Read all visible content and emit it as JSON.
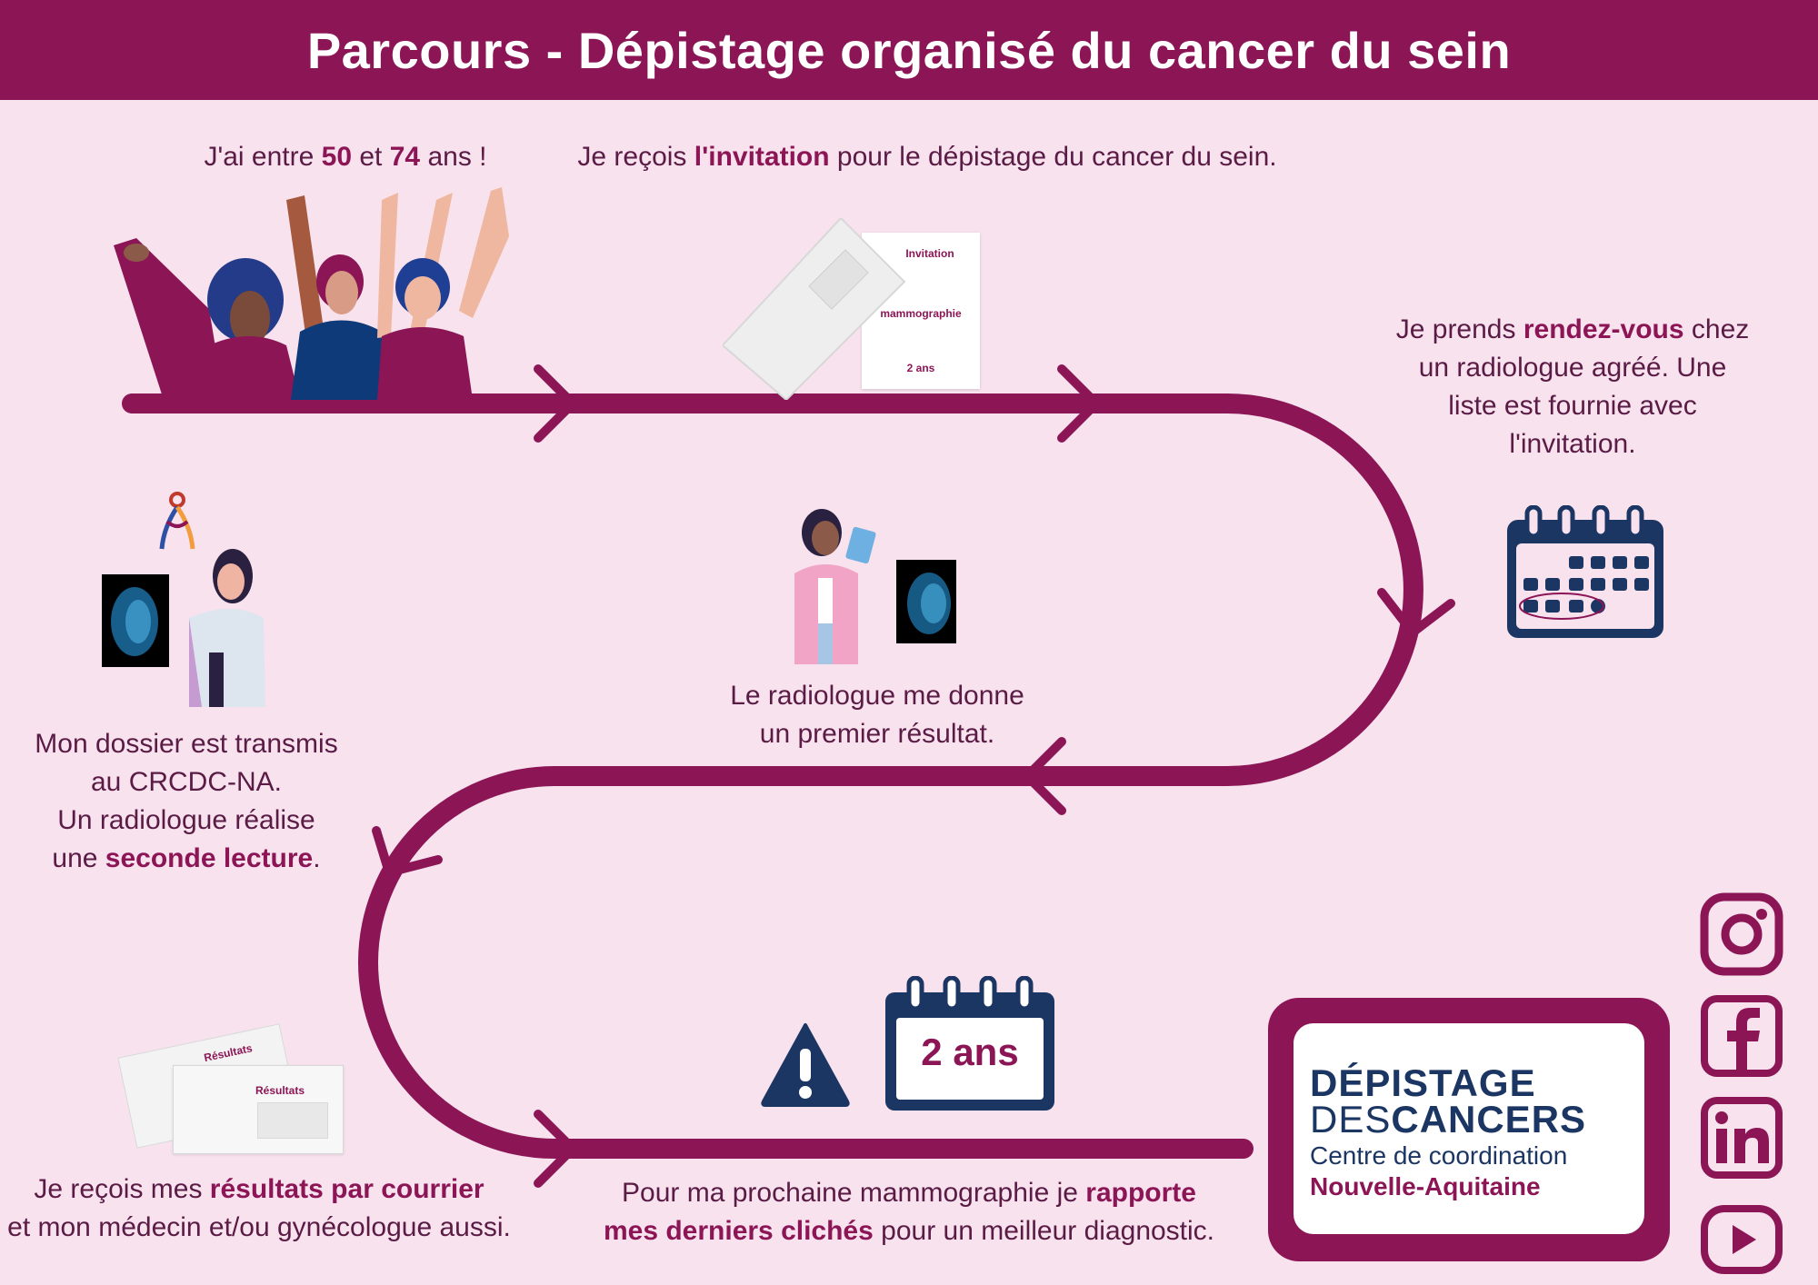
{
  "title": "Parcours - Dépistage organisé du cancer du sein",
  "steps": {
    "age": {
      "pre": "J'ai entre ",
      "b1": "50",
      "mid": " et ",
      "b2": "74",
      "post": " ans !"
    },
    "invitation": {
      "pre": "Je reçois ",
      "bold": "l'invitation",
      "post": " pour le dépistage du cancer du sein."
    },
    "letter": {
      "line1": "Invitation",
      "line2": "mammographie",
      "line3": "2 ans"
    },
    "rdv": {
      "pre": "Je prends ",
      "bold": "rendez-vous",
      "post": " chez un radiologue agréé. Une liste est fournie avec l'invitation."
    },
    "first_result": {
      "line1": "Le radiologue me donne",
      "line2": "un premier résultat."
    },
    "second_reading": {
      "line1": "Mon dossier est transmis",
      "line2": "au CRCDC-NA.",
      "line3": "Un radiologue réalise",
      "line4_pre": "une ",
      "line4_bold": "seconde lecture",
      "line4_post": "."
    },
    "results": {
      "pre": "Je reçois mes ",
      "bold": "résultats par courrier",
      "line2": "et mon médecin et/ou gynécologue aussi."
    },
    "results_envelope_label": "Résultats",
    "next": {
      "pre": "Pour ma prochaine mammographie je ",
      "bold1": "rapporte",
      "bold2": "mes derniers clichés",
      "post": " pour un meilleur diagnostic."
    },
    "calendar_label": "2 ans"
  },
  "logo": {
    "line1": "DÉPISTAGE",
    "line2a": "DES",
    "line2b": "CANCERS",
    "line3": "Centre de coordination",
    "line4": "Nouvelle-Aquitaine"
  },
  "social": [
    "instagram-icon",
    "facebook-icon",
    "linkedin-icon",
    "youtube-icon"
  ],
  "colors": {
    "primary": "#8c1556",
    "navy": "#1c3664",
    "background": "#f7e2ee"
  }
}
